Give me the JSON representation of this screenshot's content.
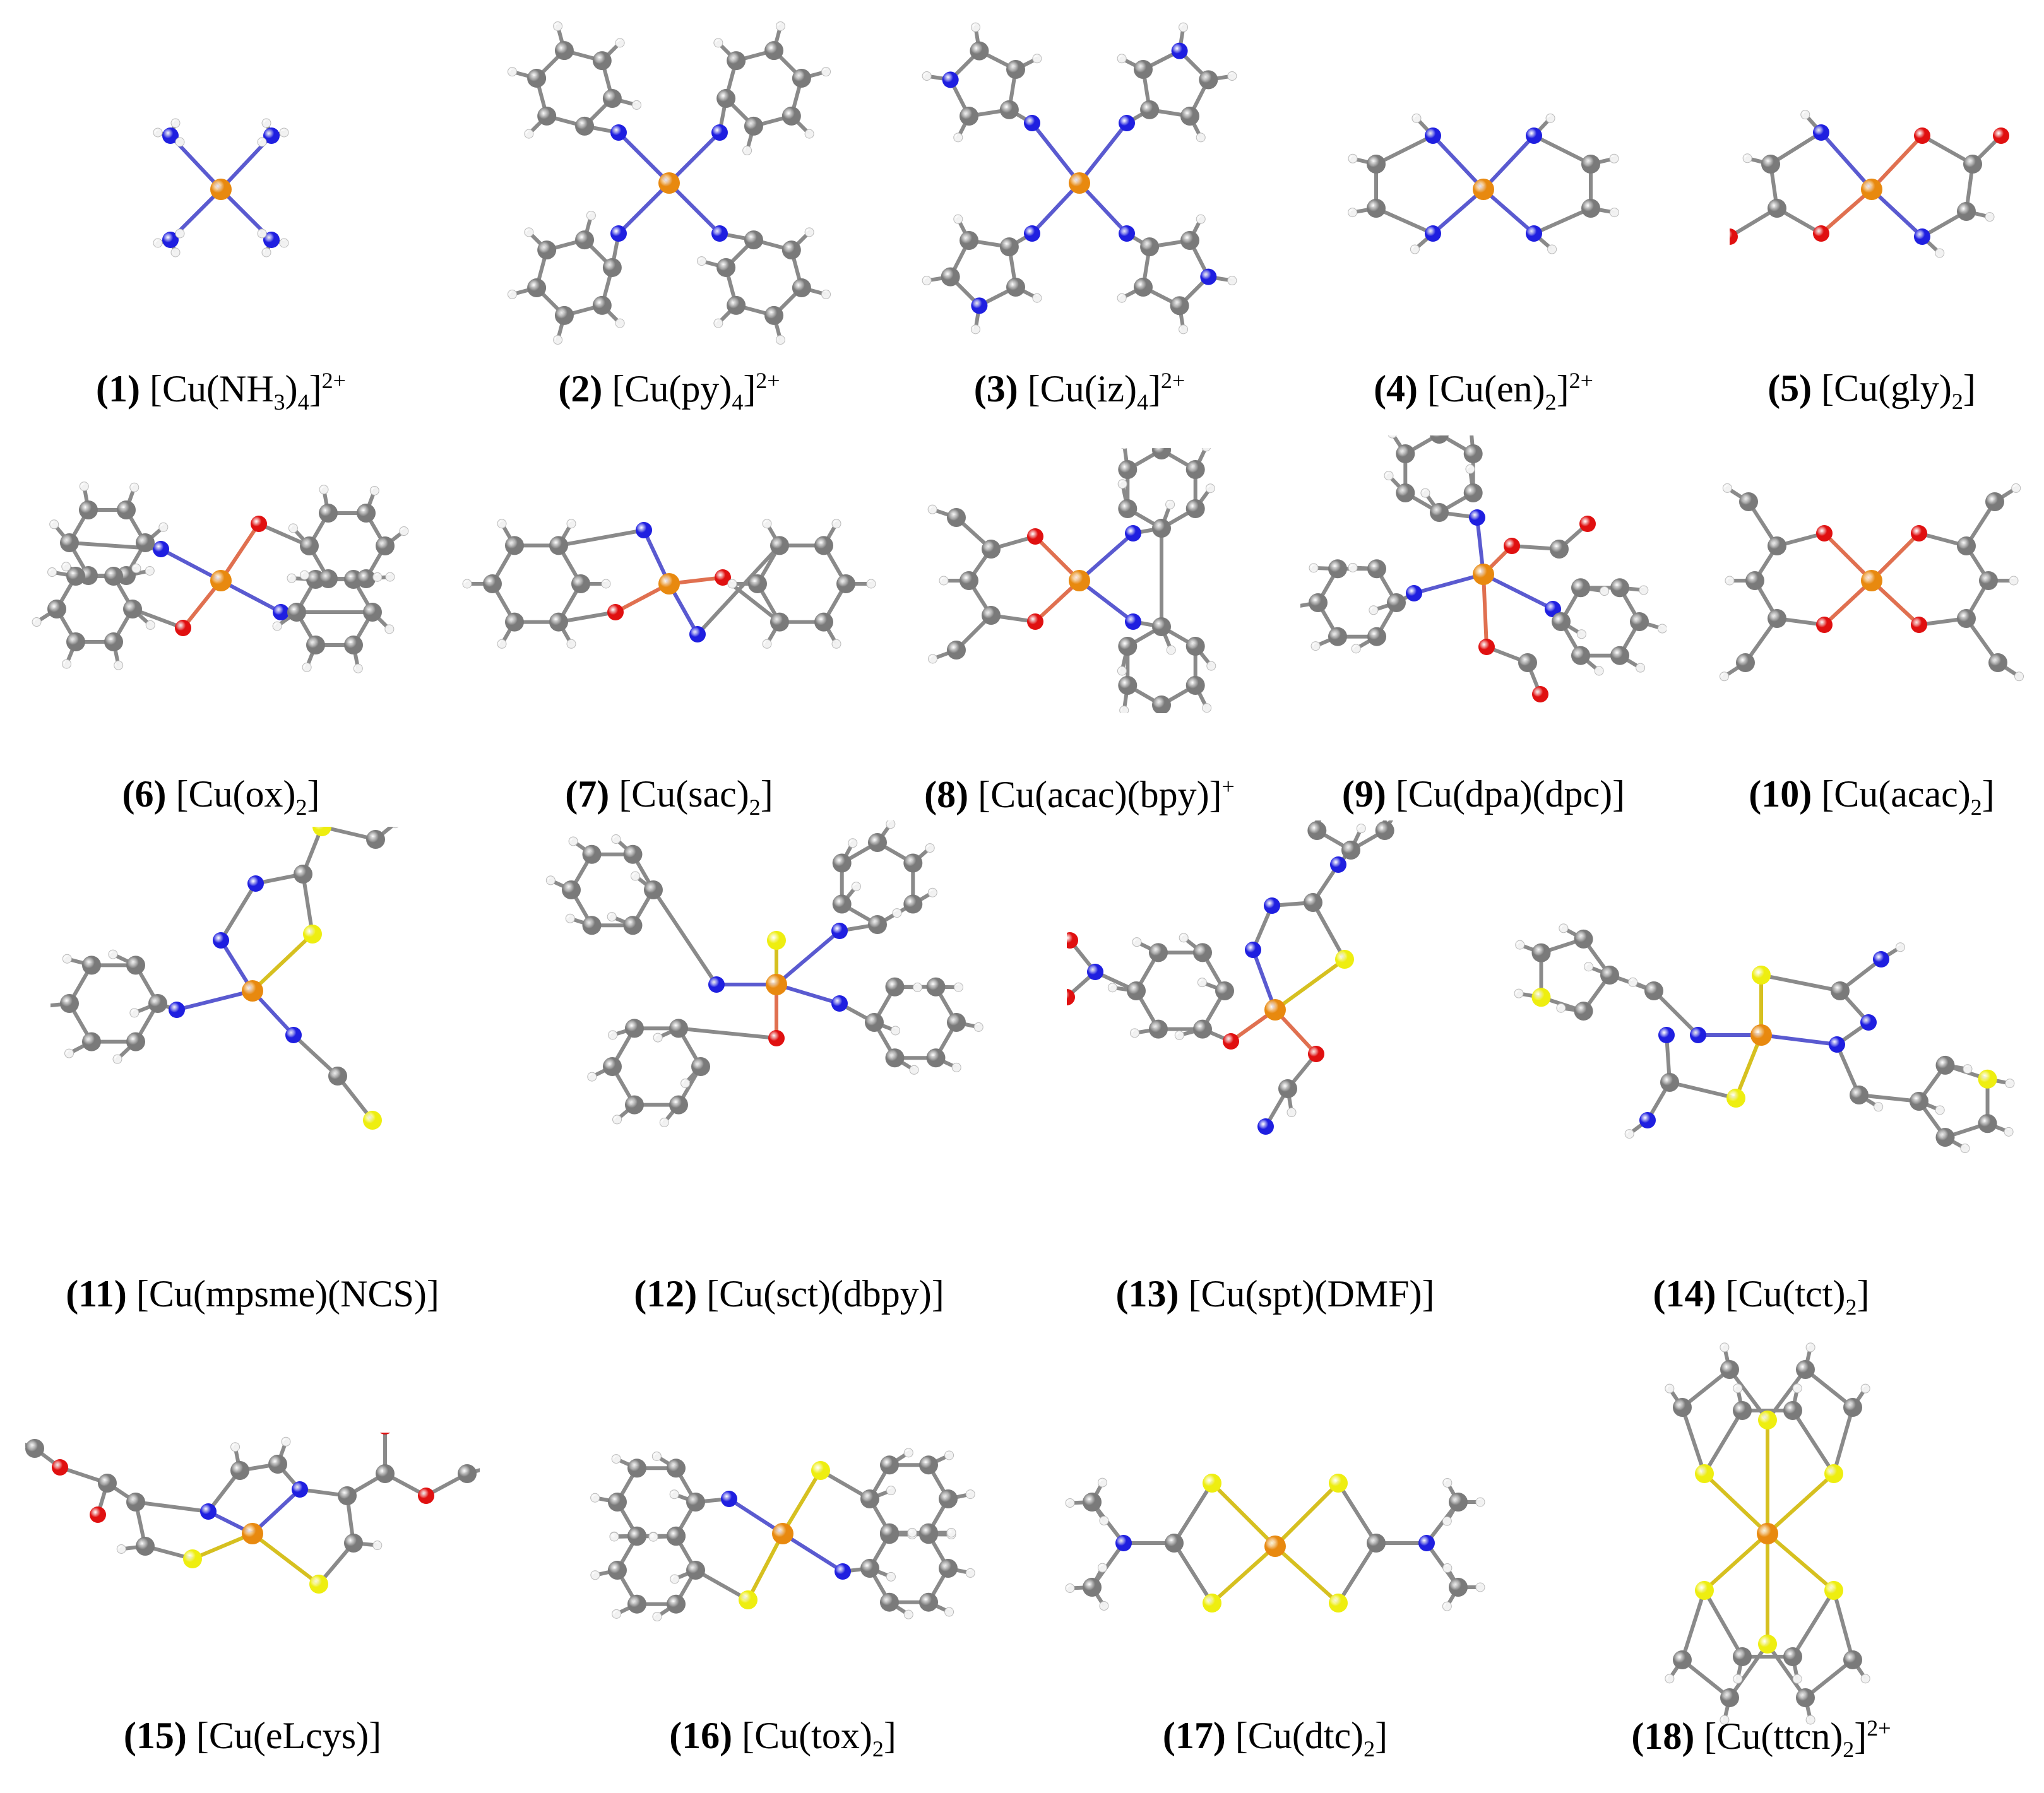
{
  "figure": {
    "colors": {
      "copper": "#E8890F",
      "nitrogen": "#1F1FE0",
      "oxygen": "#E01010",
      "sulfur": "#EEEE10",
      "carbon": "#7A7A7A",
      "hydrogen": "#F2F2F2",
      "bond": "#8a8a8a"
    },
    "complexes": [
      {
        "num": "(1)",
        "base": "[Cu(NH",
        "sub": "3",
        "mid": ")",
        "sub2": "4",
        "tail": "]",
        "sup": "2+"
      },
      {
        "num": "(2)",
        "base": "[Cu(py)",
        "sub": "4",
        "mid": "",
        "sub2": "",
        "tail": "]",
        "sup": "2+"
      },
      {
        "num": "(3)",
        "base": "[Cu(iz)",
        "sub": "4",
        "mid": "",
        "sub2": "",
        "tail": "]",
        "sup": "2+"
      },
      {
        "num": "(4)",
        "base": "[Cu(en)",
        "sub": "2",
        "mid": "",
        "sub2": "",
        "tail": "]",
        "sup": "2+"
      },
      {
        "num": "(5)",
        "base": "[Cu(gly)",
        "sub": "2",
        "mid": "",
        "sub2": "",
        "tail": "]",
        "sup": ""
      },
      {
        "num": "(6)",
        "base": "[Cu(ox)",
        "sub": "2",
        "mid": "",
        "sub2": "",
        "tail": "]",
        "sup": ""
      },
      {
        "num": "(7)",
        "base": "[Cu(sac)",
        "sub": "2",
        "mid": "",
        "sub2": "",
        "tail": "]",
        "sup": ""
      },
      {
        "num": "(8)",
        "base": "[Cu(acac)(bpy)]",
        "sub": "",
        "mid": "",
        "sub2": "",
        "tail": "",
        "sup": "+"
      },
      {
        "num": "(9)",
        "base": "[Cu(dpa)(dpc)]",
        "sub": "",
        "mid": "",
        "sub2": "",
        "tail": "",
        "sup": ""
      },
      {
        "num": "(10)",
        "base": "[Cu(acac)",
        "sub": "2",
        "mid": "",
        "sub2": "",
        "tail": "]",
        "sup": ""
      },
      {
        "num": "(11)",
        "base": "[Cu(mpsme)(NCS)]",
        "sub": "",
        "mid": "",
        "sub2": "",
        "tail": "",
        "sup": ""
      },
      {
        "num": "(12)",
        "base": "[Cu(sct)(dbpy)]",
        "sub": "",
        "mid": "",
        "sub2": "",
        "tail": "",
        "sup": ""
      },
      {
        "num": "(13)",
        "base": "[Cu(spt)(DMF)]",
        "sub": "",
        "mid": "",
        "sub2": "",
        "tail": "",
        "sup": ""
      },
      {
        "num": "(14)",
        "base": "[Cu(tct)",
        "sub": "2",
        "mid": "",
        "sub2": "",
        "tail": "]",
        "sup": ""
      },
      {
        "num": "(15)",
        "base": "[Cu(eLcys)]",
        "sub": "",
        "mid": "",
        "sub2": "",
        "tail": "",
        "sup": ""
      },
      {
        "num": "(16)",
        "base": "[Cu(tox)",
        "sub": "2",
        "mid": "",
        "sub2": "",
        "tail": "]",
        "sup": ""
      },
      {
        "num": "(17)",
        "base": "[Cu(dtc)",
        "sub": "2",
        "mid": "",
        "sub2": "",
        "tail": "]",
        "sup": ""
      },
      {
        "num": "(18)",
        "base": "[Cu(ttcn)",
        "sub": "2",
        "mid": "",
        "sub2": "",
        "tail": "]",
        "sup": "2+"
      }
    ]
  }
}
